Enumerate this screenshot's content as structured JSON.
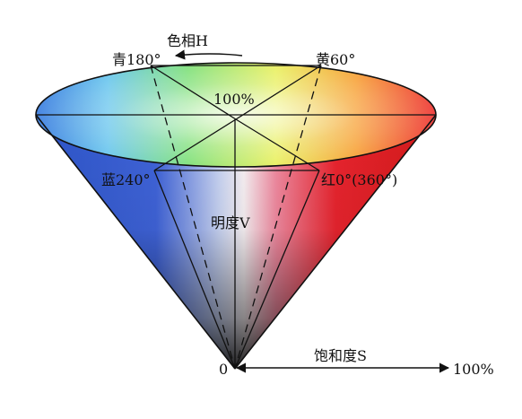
{
  "labels": {
    "hue": "色相H",
    "cyan": "青180°",
    "yellow": "黄60°",
    "top_value": "100%",
    "blue": "蓝240°",
    "red": "红0°(360°)",
    "value_axis": "明度V",
    "origin": "0",
    "saturation": "饱和度S",
    "saturation_max": "100%"
  }
}
